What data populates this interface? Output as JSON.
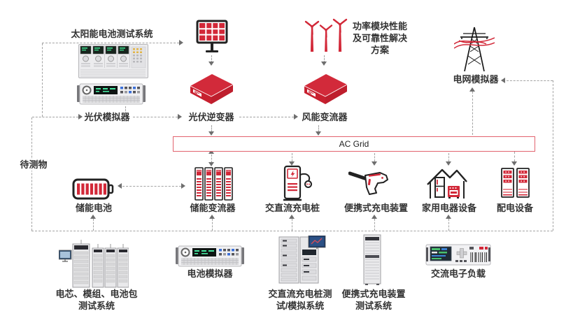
{
  "nodes": {
    "solar_test_system": "太阳能电池测试系统",
    "pv_simulator": "光伏模拟器",
    "pv_inverter": "光伏逆变器",
    "wind_converter": "风能变流器",
    "power_module_note_line1": "功率模块性能",
    "power_module_note_line2": "及可靠性解决",
    "power_module_note_line3": "方案",
    "grid_simulator": "电网模拟器",
    "dut": "待测物",
    "ac_grid": "AC Grid",
    "storage_battery": "储能电池",
    "storage_converter": "储能变流器",
    "charging_pile": "交直流充电桩",
    "portable_charger": "便携式充电装置",
    "home_appliances": "家用电器设备",
    "distribution_equipment": "配电设备",
    "cell_test_line1": "电芯、模组、电池包",
    "cell_test_line2": "测试系统",
    "battery_simulator": "电池模拟器",
    "pile_test_line1": "交直流充电桩测",
    "pile_test_line2": "试/模拟系统",
    "portable_test_line1": "便携式充电装置",
    "portable_test_line2": "测试系统",
    "ac_load": "交流电子负载"
  },
  "icons": {
    "solar_panel_icon": "red solar panel on stand",
    "wind_turbines_icon": "three red wind turbines",
    "power_tower_icon": "transmission tower with red wires",
    "converter_box_icon": "red isometric converter box",
    "battery_icon": "battery with red cells",
    "converter_cabinets_icon": "four converter cabinets",
    "charging_pile_icon": "EV charging pile with plug",
    "charging_gun_icon": "portable charging gun",
    "house_appliances_icon": "house with fridge and oven",
    "distribution_cabinets_icon": "two distribution cabinets"
  },
  "colors": {
    "accent_red": "#d22838",
    "ac_grid_border": "#e2636e",
    "dashed_line": "#a3a3a3",
    "text": "#333333"
  }
}
